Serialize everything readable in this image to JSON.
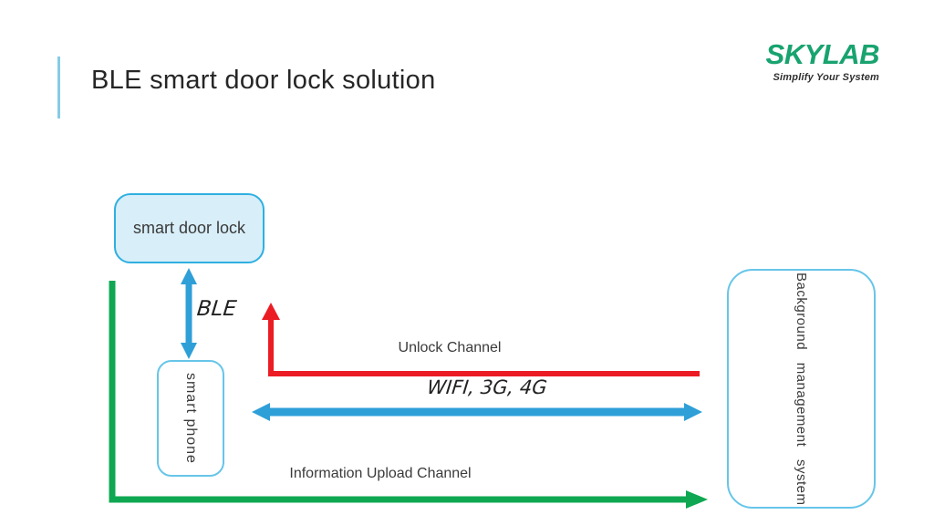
{
  "header": {
    "title": "BLE smart door lock solution",
    "accent_color": "#85cce6"
  },
  "logo": {
    "brand": "SKYLAB",
    "tagline": "Simplify Your System",
    "brand_color": "#18a36f"
  },
  "nodes": {
    "smart_door_lock": {
      "label": "smart door lock",
      "fill": "#d8eef9",
      "border": "#2fb0e0"
    },
    "smart_phone": {
      "label": "smart phone",
      "fill": "#ffffff",
      "border": "#67c5e9"
    },
    "background_system": {
      "label": "Background management system",
      "fill": "#ffffff",
      "border": "#67c5e9"
    }
  },
  "connections": {
    "ble": {
      "label": "BLE",
      "color": "#2f9fd8"
    },
    "unlock_channel": {
      "label": "Unlock Channel",
      "color": "#ec1c24"
    },
    "wifi": {
      "label": "WIFI, 3G, 4G",
      "color": "#2f9fd8"
    },
    "upload_channel": {
      "label": "Information Upload Channel",
      "color": "#0fa751"
    }
  }
}
